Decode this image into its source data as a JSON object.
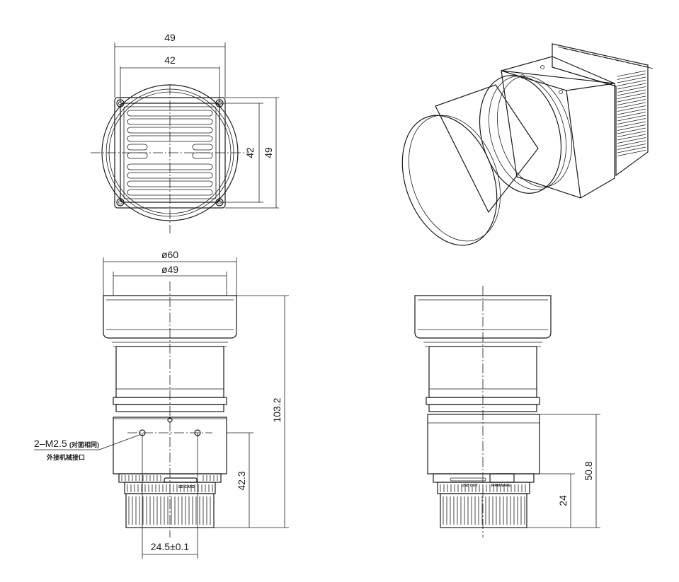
{
  "dimensions": {
    "top_width_outer": "49",
    "top_width_inner": "42",
    "top_height_inner": "42",
    "top_height_outer": "49",
    "diameter_outer": "ø60",
    "diameter_inner": "ø49",
    "total_length": "103.2",
    "mount_height": "42.3",
    "hole_spacing": "24.5±0.1",
    "side_height": "50.8",
    "side_lower_height": "24"
  },
  "annotations": {
    "thread_label": "2–M2.5",
    "thread_note": "(对面相同)",
    "thread_sub": "外接机械接口",
    "sd_card": "SD CARD",
    "usb_label": "USB OUT",
    "firmware_label": "FIRMWARE"
  }
}
